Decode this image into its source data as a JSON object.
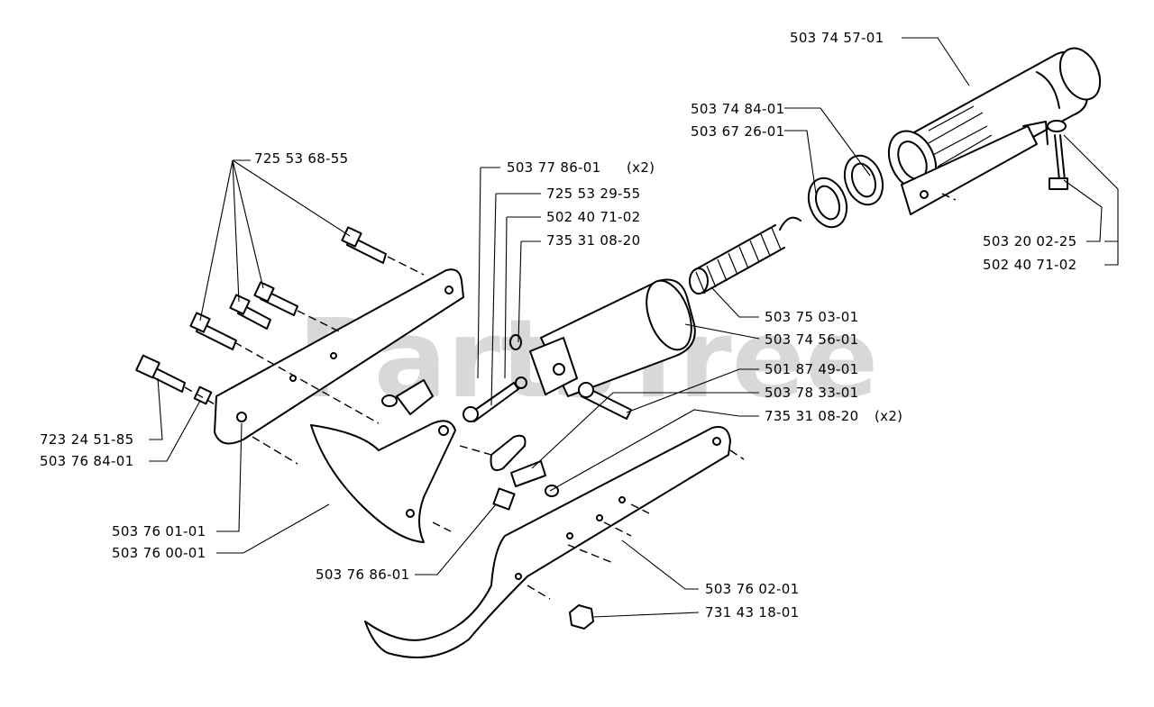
{
  "watermark": "PartsTree",
  "labels": [
    {
      "id": "p1",
      "text": "503 74 57-01"
    },
    {
      "id": "p2",
      "text": "503 74 84-01"
    },
    {
      "id": "p3",
      "text": "503 67 26-01"
    },
    {
      "id": "p4",
      "text": "725 53 68-55"
    },
    {
      "id": "p5",
      "text": "503 77 86-01"
    },
    {
      "id": "p5x",
      "text": "(x2)"
    },
    {
      "id": "p6",
      "text": "725 53 29-55"
    },
    {
      "id": "p7",
      "text": "502 40 71-02"
    },
    {
      "id": "p8",
      "text": "735 31 08-20"
    },
    {
      "id": "p9",
      "text": "503 20 02-25"
    },
    {
      "id": "p10",
      "text": "502 40 71-02"
    },
    {
      "id": "p11",
      "text": "503 75 03-01"
    },
    {
      "id": "p12",
      "text": "503 74 56-01"
    },
    {
      "id": "p13",
      "text": "501 87 49-01"
    },
    {
      "id": "p14",
      "text": "503 78 33-01"
    },
    {
      "id": "p15",
      "text": "735 31 08-20"
    },
    {
      "id": "p15x",
      "text": "(x2)"
    },
    {
      "id": "p16",
      "text": "723 24 51-85"
    },
    {
      "id": "p17",
      "text": "503 76 84-01"
    },
    {
      "id": "p18",
      "text": "503 76 01-01"
    },
    {
      "id": "p19",
      "text": "503 76 00-01"
    },
    {
      "id": "p20",
      "text": "503 76 86-01"
    },
    {
      "id": "p21",
      "text": "503 76 02-01"
    },
    {
      "id": "p22",
      "text": "731 43 18-01"
    }
  ]
}
